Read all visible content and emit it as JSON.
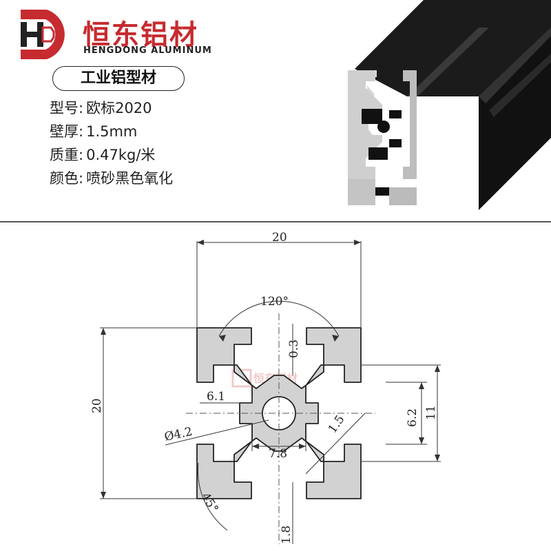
{
  "brand": {
    "logo_letters": "HD",
    "name_cn": "恒东铝材",
    "name_en": "HENGDONG ALUMINUM",
    "color": "#c62b30"
  },
  "product": {
    "title": "工业铝型材",
    "specs": [
      {
        "label": "型号:",
        "value": "欧标2020"
      },
      {
        "label": "壁厚:",
        "value": "1.5mm"
      },
      {
        "label": "质重:",
        "value": "0.47kg/米"
      },
      {
        "label": "颜色:",
        "value": "喷砂黑色氧化"
      }
    ]
  },
  "drawing": {
    "dimensions": {
      "width": "20",
      "height": "20",
      "angle_top": "120°",
      "wall_top": "0.3",
      "slot_depth": "6.1",
      "hole_dia": "Ø4.2",
      "web": "1.5",
      "slot_open": "6.2",
      "slot_inner": "11",
      "core": "7.8",
      "angle_bottom": "45°",
      "lip": "1.8"
    },
    "watermark": "恒东铝材"
  }
}
